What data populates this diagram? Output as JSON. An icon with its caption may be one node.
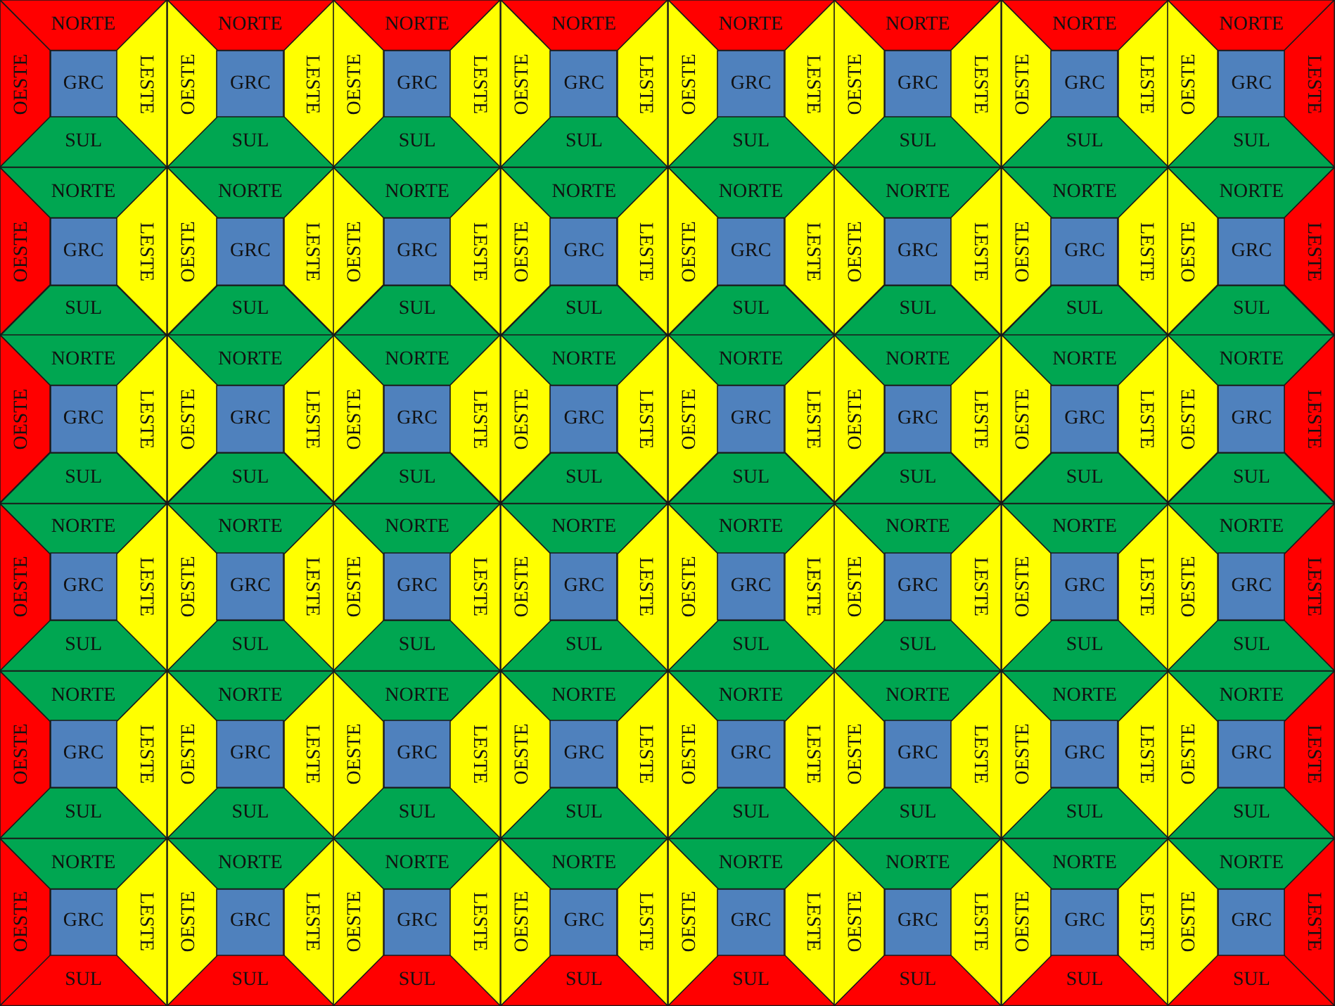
{
  "diagram": {
    "nodes": [
      {
        "text": [
          "NORTE"
        ]
      },
      {
        "text": [
          "OESTE"
        ]
      },
      {
        "text": [
          "GRC"
        ]
      },
      {
        "text": [
          "LESTE"
        ]
      },
      {
        "text": [
          "SUL"
        ]
      },
      {
        "text": [
          "NORTE"
        ]
      },
      {
        "text": [
          "OESTE"
        ]
      },
      {
        "text": [
          "GRC"
        ]
      },
      {
        "text": [
          "LESTE"
        ]
      },
      {
        "text": [
          "SUL"
        ]
      },
      {
        "text": [
          "NORTE"
        ]
      },
      {
        "text": [
          "OESTE"
        ]
      },
      {
        "text": [
          "GRC"
        ]
      },
      {
        "text": [
          "LESTE"
        ]
      },
      {
        "text": [
          "SUL"
        ]
      },
      {
        "text": [
          "NORTE"
        ]
      },
      {
        "text": [
          "OESTE"
        ]
      },
      {
        "text": [
          "GRC"
        ]
      },
      {
        "text": [
          "LESTE"
        ]
      },
      {
        "text": [
          "SUL"
        ]
      },
      {
        "text": [
          "NORTE"
        ]
      },
      {
        "text": [
          "OESTE"
        ]
      },
      {
        "text": [
          "GRC"
        ]
      },
      {
        "text": [
          "LESTE"
        ]
      },
      {
        "text": [
          "SUL"
        ]
      },
      {
        "text": [
          "NORTE"
        ]
      },
      {
        "text": [
          "OESTE"
        ]
      },
      {
        "text": [
          "GRC"
        ]
      },
      {
        "text": [
          "LESTE"
        ]
      },
      {
        "text": [
          "SUL"
        ]
      },
      {
        "text": [
          "NORTE"
        ]
      },
      {
        "text": [
          "OESTE"
        ]
      },
      {
        "text": [
          "GRC"
        ]
      },
      {
        "text": [
          "LESTE"
        ]
      },
      {
        "text": [
          "SUL"
        ]
      },
      {
        "text": [
          "NORTE"
        ]
      },
      {
        "text": [
          "OESTE"
        ]
      },
      {
        "text": [
          "GRC"
        ]
      },
      {
        "text": [
          "LESTE"
        ]
      },
      {
        "text": [
          "SUL"
        ]
      },
      {
        "text": [
          "NORTE"
        ]
      },
      {
        "text": [
          "OESTE"
        ]
      },
      {
        "text": [
          "GRC"
        ]
      },
      {
        "text": [
          "LESTE"
        ]
      },
      {
        "text": [
          "SUL"
        ]
      },
      {
        "text": [
          "NORTE"
        ]
      },
      {
        "text": [
          "OESTE"
        ]
      },
      {
        "text": [
          "GRC"
        ]
      },
      {
        "text": [
          "LESTE"
        ]
      },
      {
        "text": [
          "SUL"
        ]
      },
      {
        "text": [
          "NORTE"
        ]
      },
      {
        "text": [
          "OESTE"
        ]
      },
      {
        "text": [
          "GRC"
        ]
      },
      {
        "text": [
          "LESTE"
        ]
      },
      {
        "text": [
          "SUL"
        ]
      },
      {
        "text": [
          "NORTE"
        ]
      },
      {
        "text": [
          "OESTE"
        ]
      },
      {
        "text": [
          "GRC"
        ]
      },
      {
        "text": [
          "LESTE"
        ]
      },
      {
        "text": [
          "SUL"
        ]
      },
      {
        "text": [
          "NORTE"
        ]
      },
      {
        "text": [
          "OESTE"
        ]
      },
      {
        "text": [
          "GRC"
        ]
      },
      {
        "text": [
          "LESTE"
        ]
      },
      {
        "text": [
          "SUL"
        ]
      },
      {
        "text": [
          "NORTE"
        ]
      },
      {
        "text": [
          "OESTE"
        ]
      },
      {
        "text": [
          "GRC"
        ]
      },
      {
        "text": [
          "LESTE"
        ]
      },
      {
        "text": [
          "SUL"
        ]
      },
      {
        "text": [
          "NORTE"
        ]
      },
      {
        "text": [
          "OESTE"
        ]
      },
      {
        "text": [
          "GRC"
        ]
      },
      {
        "text": [
          "LESTE"
        ]
      },
      {
        "text": [
          "SUL"
        ]
      },
      {
        "text": [
          "NORTE"
        ]
      },
      {
        "text": [
          "OESTE"
        ]
      },
      {
        "text": [
          "GRC"
        ]
      },
      {
        "text": [
          "LESTE"
        ]
      },
      {
        "text": [
          "SUL"
        ]
      },
      {
        "text": [
          "NORTE"
        ]
      },
      {
        "text": [
          "OESTE"
        ]
      },
      {
        "text": [
          "GRC"
        ]
      },
      {
        "text": [
          "LESTE"
        ]
      },
      {
        "text": [
          "SUL"
        ]
      },
      {
        "text": [
          "NORTE"
        ]
      },
      {
        "text": [
          "OESTE"
        ]
      },
      {
        "text": [
          "GRC"
        ]
      },
      {
        "text": [
          "LESTE"
        ]
      },
      {
        "text": [
          "SUL"
        ]
      },
      {
        "text": [
          "NORTE"
        ]
      },
      {
        "text": [
          "OESTE"
        ]
      },
      {
        "text": [
          "GRC"
        ]
      },
      {
        "text": [
          "LESTE"
        ]
      },
      {
        "text": [
          "SUL"
        ]
      },
      {
        "text": [
          "NORTE"
        ]
      },
      {
        "text": [
          "OESTE"
        ]
      },
      {
        "text": [
          "GRC"
        ]
      },
      {
        "text": [
          "LESTE"
        ]
      },
      {
        "text": [
          "SUL"
        ]
      },
      {
        "text": [
          "NORTE"
        ]
      },
      {
        "text": [
          "OESTE"
        ]
      },
      {
        "text": [
          "GRC"
        ]
      },
      {
        "text": [
          "LESTE"
        ]
      },
      {
        "text": [
          "SUL"
        ]
      },
      {
        "text": [
          "NORTE"
        ]
      },
      {
        "text": [
          "OESTE"
        ]
      },
      {
        "text": [
          "GRC"
        ]
      },
      {
        "text": [
          "LESTE"
        ]
      },
      {
        "text": [
          "SUL"
        ]
      },
      {
        "text": [
          "NORTE"
        ]
      },
      {
        "text": [
          "OESTE"
        ]
      },
      {
        "text": [
          "GRC"
        ]
      },
      {
        "text": [
          "LESTE"
        ]
      },
      {
        "text": [
          "SUL"
        ]
      },
      {
        "text": [
          "NORTE"
        ]
      },
      {
        "text": [
          "OESTE"
        ]
      },
      {
        "text": [
          "GRC"
        ]
      },
      {
        "text": [
          "LESTE"
        ]
      },
      {
        "text": [
          "SUL"
        ]
      },
      {
        "text": [
          "NORTE"
        ]
      },
      {
        "text": [
          "OESTE"
        ]
      },
      {
        "text": [
          "GRC"
        ]
      },
      {
        "text": [
          "LESTE"
        ]
      },
      {
        "text": [
          "SUL"
        ]
      },
      {
        "text": [
          "NORTE"
        ]
      },
      {
        "text": [
          "OESTE"
        ]
      },
      {
        "text": [
          "GRC"
        ]
      },
      {
        "text": [
          "LESTE"
        ]
      },
      {
        "text": [
          "SUL"
        ]
      },
      {
        "text": [
          "NORTE"
        ]
      },
      {
        "text": [
          "OESTE"
        ]
      },
      {
        "text": [
          "GRC"
        ]
      },
      {
        "text": [
          "LESTE"
        ]
      },
      {
        "text": [
          "SUL"
        ]
      },
      {
        "text": [
          "NORTE"
        ]
      },
      {
        "text": [
          "OESTE"
        ]
      },
      {
        "text": [
          "GRC"
        ]
      },
      {
        "text": [
          "LESTE"
        ]
      },
      {
        "text": [
          "SUL"
        ]
      },
      {
        "text": [
          "NORTE"
        ]
      },
      {
        "text": [
          "OESTE"
        ]
      },
      {
        "text": [
          "GRC"
        ]
      },
      {
        "text": [
          "LESTE"
        ]
      },
      {
        "text": [
          "SUL"
        ]
      },
      {
        "text": [
          "NORTE"
        ]
      },
      {
        "text": [
          "OESTE"
        ]
      },
      {
        "text": [
          "GRC"
        ]
      },
      {
        "text": [
          "LESTE"
        ]
      },
      {
        "text": [
          "SUL"
        ]
      },
      {
        "text": [
          "NORTE"
        ]
      },
      {
        "text": [
          "OESTE"
        ]
      },
      {
        "text": [
          "GRC"
        ]
      },
      {
        "text": [
          "LESTE"
        ]
      },
      {
        "text": [
          "SUL"
        ]
      },
      {
        "text": [
          "NORTE"
        ]
      },
      {
        "text": [
          "OESTE"
        ]
      },
      {
        "text": [
          "GRC"
        ]
      },
      {
        "text": [
          "LESTE"
        ]
      },
      {
        "text": [
          "SUL"
        ]
      },
      {
        "text": [
          "NORTE"
        ]
      },
      {
        "text": [
          "OESTE"
        ]
      },
      {
        "text": [
          "GRC"
        ]
      },
      {
        "text": [
          "LESTE"
        ]
      },
      {
        "text": [
          "SUL"
        ]
      },
      {
        "text": [
          "NORTE"
        ]
      },
      {
        "text": [
          "OESTE"
        ]
      },
      {
        "text": [
          "GRC"
        ]
      },
      {
        "text": [
          "LESTE"
        ]
      },
      {
        "text": [
          "SUL"
        ]
      },
      {
        "text": [
          "NORTE"
        ]
      },
      {
        "text": [
          "OESTE"
        ]
      },
      {
        "text": [
          "GRC"
        ]
      },
      {
        "text": [
          "LESTE"
        ]
      },
      {
        "text": [
          "SUL"
        ]
      },
      {
        "text": [
          "NORTE"
        ]
      },
      {
        "text": [
          "OESTE"
        ]
      },
      {
        "text": [
          "GRC"
        ]
      },
      {
        "text": [
          "LESTE"
        ]
      },
      {
        "text": [
          "SUL"
        ]
      },
      {
        "text": [
          "NORTE"
        ]
      },
      {
        "text": [
          "OESTE"
        ]
      },
      {
        "text": [
          "GRC"
        ]
      },
      {
        "text": [
          "LESTE"
        ]
      },
      {
        "text": [
          "SUL"
        ]
      },
      {
        "text": [
          "NORTE"
        ]
      },
      {
        "text": [
          "OESTE"
        ]
      },
      {
        "text": [
          "GRC"
        ]
      },
      {
        "text": [
          "LESTE"
        ]
      },
      {
        "text": [
          "SUL"
        ]
      },
      {
        "text": [
          "NORTE"
        ]
      },
      {
        "text": [
          "OESTE"
        ]
      },
      {
        "text": [
          "GRC"
        ]
      },
      {
        "text": [
          "LESTE"
        ]
      },
      {
        "text": [
          "SUL"
        ]
      },
      {
        "text": [
          "NORTE"
        ]
      },
      {
        "text": [
          "OESTE"
        ]
      },
      {
        "text": [
          "GRC"
        ]
      },
      {
        "text": [
          "LESTE"
        ]
      },
      {
        "text": [
          "SUL"
        ]
      },
      {
        "text": [
          "NORTE"
        ]
      },
      {
        "text": [
          "OESTE"
        ]
      },
      {
        "text": [
          "GRC"
        ]
      },
      {
        "text": [
          "LESTE"
        ]
      },
      {
        "text": [
          "SUL"
        ]
      },
      {
        "text": [
          "NORTE"
        ]
      },
      {
        "text": [
          "OESTE"
        ]
      },
      {
        "text": [
          "GRC"
        ]
      },
      {
        "text": [
          "LESTE"
        ]
      },
      {
        "text": [
          "SUL"
        ]
      },
      {
        "text": [
          "NORTE"
        ]
      },
      {
        "text": [
          "OESTE"
        ]
      },
      {
        "text": [
          "GRC"
        ]
      },
      {
        "text": [
          "LESTE"
        ]
      },
      {
        "text": [
          "SUL"
        ]
      },
      {
        "text": [
          "NORTE"
        ]
      },
      {
        "text": [
          "OESTE"
        ]
      },
      {
        "text": [
          "GRC"
        ]
      },
      {
        "text": [
          "LESTE"
        ]
      },
      {
        "text": [
          "SUL"
        ]
      },
      {
        "text": [
          "NORTE"
        ]
      },
      {
        "text": [
          "OESTE"
        ]
      },
      {
        "text": [
          "GRC"
        ]
      },
      {
        "text": [
          "LESTE"
        ]
      },
      {
        "text": [
          "SUL"
        ]
      },
      {
        "text": [
          "NORTE"
        ]
      },
      {
        "text": [
          "OESTE"
        ]
      },
      {
        "text": [
          "GRC"
        ]
      },
      {
        "text": [
          "LESTE"
        ]
      },
      {
        "text": [
          "SUL"
        ]
      },
      {
        "text": [
          "NORTE"
        ]
      },
      {
        "text": [
          "OESTE"
        ]
      },
      {
        "text": [
          "GRC"
        ]
      },
      {
        "text": [
          "LESTE"
        ]
      },
      {
        "text": [
          "SUL"
        ]
      },
      {
        "text": [
          "NORTE"
        ]
      },
      {
        "text": [
          "OESTE"
        ]
      },
      {
        "text": [
          "GRC"
        ]
      },
      {
        "text": [
          "LESTE"
        ]
      },
      {
        "text": [
          "SUL"
        ]
      }
    ]
  }
}
